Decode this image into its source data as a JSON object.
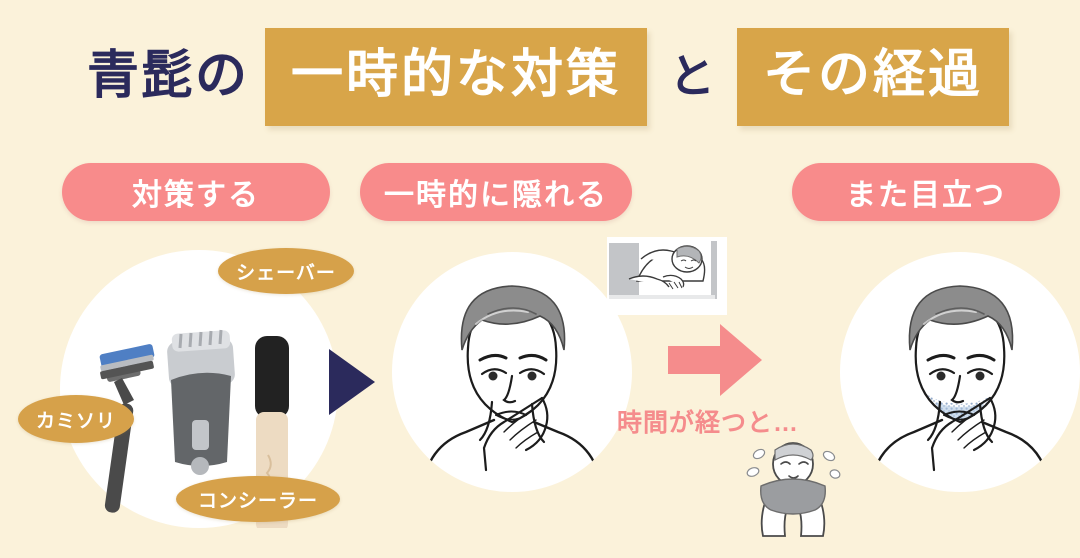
{
  "page": {
    "background_color": "#fbf2da",
    "accent_gold": "#d8a549",
    "accent_pink": "#f88b8b",
    "accent_navy": "#2b2a5c"
  },
  "title": {
    "lead": "青髭の",
    "boxed_1": "一時的な対策",
    "conjunction": "と",
    "boxed_2": "その経過"
  },
  "steps": [
    {
      "id": "step-1",
      "label": "対策する"
    },
    {
      "id": "step-2",
      "label": "一時的に隠れる"
    },
    {
      "id": "step-3",
      "label": "また目立つ"
    }
  ],
  "tool_labels": [
    {
      "id": "razor",
      "label": "カミソリ"
    },
    {
      "id": "shaver",
      "label": "シェーバー"
    },
    {
      "id": "concealer",
      "label": "コンシーラー"
    }
  ],
  "captions": {
    "time_passes": "時間が経つと…"
  },
  "illustrations": {
    "tools_circle": "shaving-tools-illustration",
    "face_clean": "clean-shaven-face-illustration",
    "face_shadow": "beard-shadow-face-illustration",
    "sleeping": "sleeping-in-bed-illustration",
    "worried": "worried-person-illustration",
    "navy_arrow": "arrow-right-navy",
    "pink_arrow": "arrow-right-pink"
  }
}
